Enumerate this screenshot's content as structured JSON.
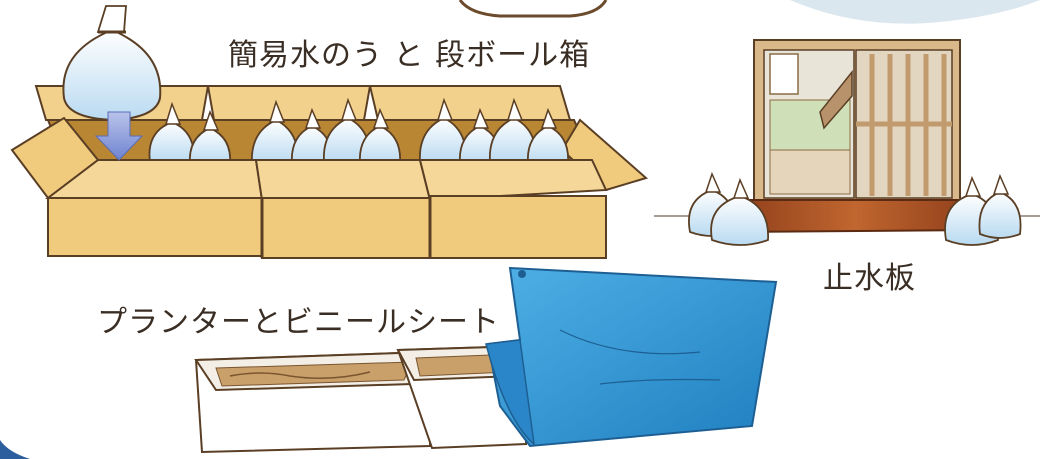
{
  "labels": {
    "water_bag_box": "簡易水のう と 段ボール箱",
    "water_barrier_board": "止水板",
    "planter_and_vinyl_sheet": "プランターとビニールシート"
  },
  "colors": {
    "cardboard": "#f0cb7e",
    "cardboard_dark": "#d6a752",
    "cardboard_inner": "#b5812a",
    "water_bag": "#cfe6f6",
    "door_frame": "#d9b98a",
    "door_floor": "#a4522a",
    "vinyl_sheet": "#2f97d6",
    "soil": "#c9a06a",
    "outline": "#5a3f25",
    "background_circle": "#d9e6ef"
  },
  "icons": [
    "down-arrow-icon"
  ]
}
